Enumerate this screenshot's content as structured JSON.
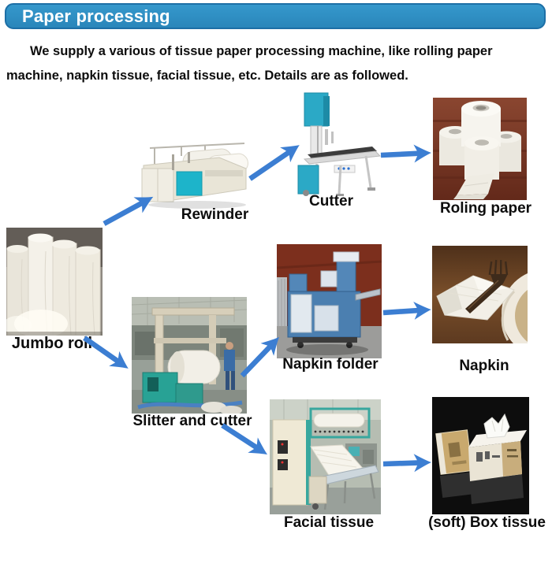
{
  "header": {
    "title": "Paper processing"
  },
  "intro": {
    "line1": "We supply a various of tissue paper processing machine, like rolling paper",
    "line2": "machine, napkin tissue, facial tissue, etc. Details are as followed."
  },
  "labels": {
    "jumbo_roll": "Jumbo roll",
    "rewinder": "Rewinder",
    "cutter": "Cutter",
    "roling_paper": "Roling paper",
    "slitter_and_cutter": "Slitter and cutter",
    "napkin_folder": "Napkin folder",
    "napkin": "Napkin",
    "facial_tissue": "Facial tissue",
    "box_tissue": "(soft) Box tissue"
  },
  "flow_connections": [
    {
      "from": "Jumbo roll",
      "to": "Rewinder"
    },
    {
      "from": "Rewinder",
      "to": "Cutter"
    },
    {
      "from": "Cutter",
      "to": "Roling paper"
    },
    {
      "from": "Jumbo roll",
      "to": "Slitter and cutter"
    },
    {
      "from": "Slitter and cutter",
      "to": "Napkin folder"
    },
    {
      "from": "Napkin folder",
      "to": "Napkin"
    },
    {
      "from": "Slitter and cutter",
      "to": "Facial tissue"
    },
    {
      "from": "Facial tissue",
      "to": "(soft) Box tissue"
    }
  ],
  "colors": {
    "header_bg": "#2E8FC4",
    "header_border": "#1D6FA6",
    "arrow": "#3C7ED2",
    "text": "#0D0D0D"
  }
}
